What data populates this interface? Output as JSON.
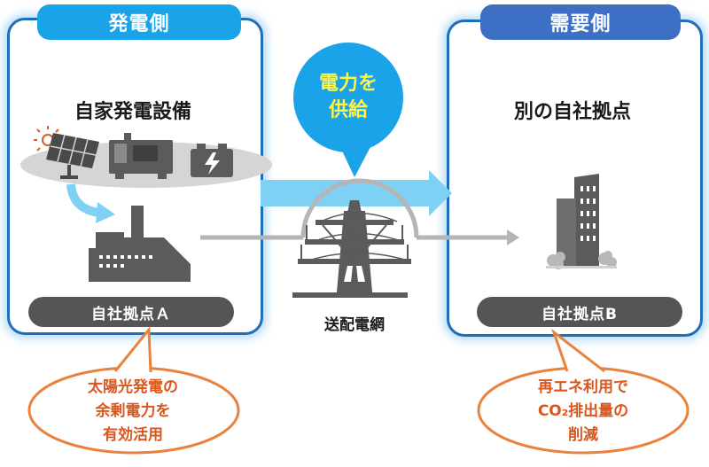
{
  "left_panel": {
    "tab_label": "発電側",
    "heading": "自家発電設備",
    "site_label": "自社拠点Ａ",
    "callout_lines": [
      "太陽光発電の",
      "余剰電力を",
      "有効活用"
    ]
  },
  "center": {
    "bubble_lines": [
      "電力を",
      "供給"
    ],
    "grid_label": "送配電網"
  },
  "right_panel": {
    "tab_label": "需要側",
    "heading": "別の自社拠点",
    "site_label": "自社拠点B",
    "callout_lines": [
      "再エネ利用で",
      "CO₂排出量の",
      "削減"
    ]
  },
  "colors": {
    "panel_border": "#1f6fb8",
    "left_tab": "#1aa3e8",
    "right_tab": "#3d6fc4",
    "callout_orange": "#e8823c",
    "arrow_light_blue": "#7fd0f5",
    "bubble_blue": "#1aa3e8",
    "bubble_text": "#fff44a",
    "icon_gray": "#5b5b5b"
  }
}
